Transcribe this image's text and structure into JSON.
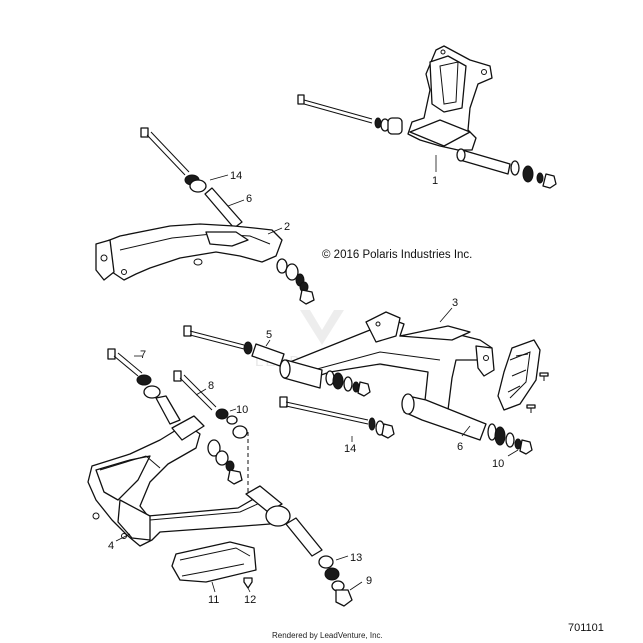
{
  "copyright": "© 2016 Polaris Industries Inc.",
  "diagram_number": "701101",
  "footer": "Rendered by LeadVenture, Inc.",
  "watermark": "LEADVENTURE",
  "callouts": {
    "c1": "1",
    "c2": "2",
    "c3": "3",
    "c4": "4",
    "c5": "5",
    "c6a": "6",
    "c6b": "6",
    "c7": "7",
    "c8": "8",
    "c9": "9",
    "c10a": "10",
    "c10b": "10",
    "c11": "11",
    "c12": "12",
    "c13": "13",
    "c14a": "14",
    "c14b": "14"
  }
}
